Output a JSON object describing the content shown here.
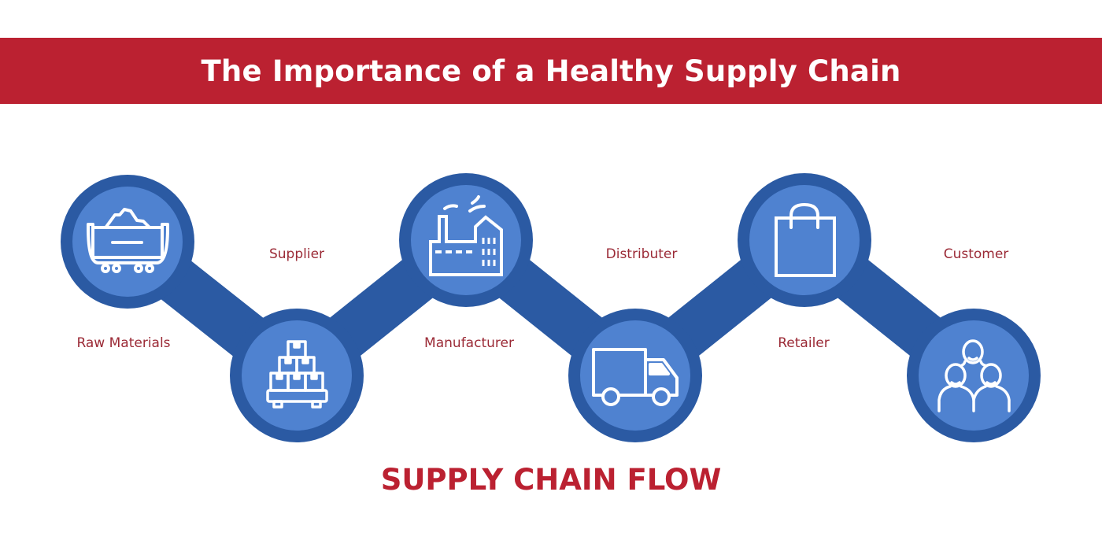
{
  "header": {
    "title": "The Importance of a Healthy Supply Chain"
  },
  "colors": {
    "banner": "#bb2131",
    "outer_circle": "#2b5aa3",
    "inner_circle": "#4f82d0",
    "label_text": "#9b2a36",
    "icon_stroke": "#ffffff"
  },
  "stages": [
    {
      "label": "Raw Materials",
      "icon": "mine-cart-icon"
    },
    {
      "label": "Supplier",
      "icon": "pallet-boxes-icon"
    },
    {
      "label": "Manufacturer",
      "icon": "factory-icon"
    },
    {
      "label": "Distributer",
      "icon": "delivery-truck-icon"
    },
    {
      "label": "Retailer",
      "icon": "shopping-bag-icon"
    },
    {
      "label": "Customer",
      "icon": "people-group-icon"
    }
  ],
  "footer": {
    "title": "SUPPLY CHAIN FLOW"
  }
}
